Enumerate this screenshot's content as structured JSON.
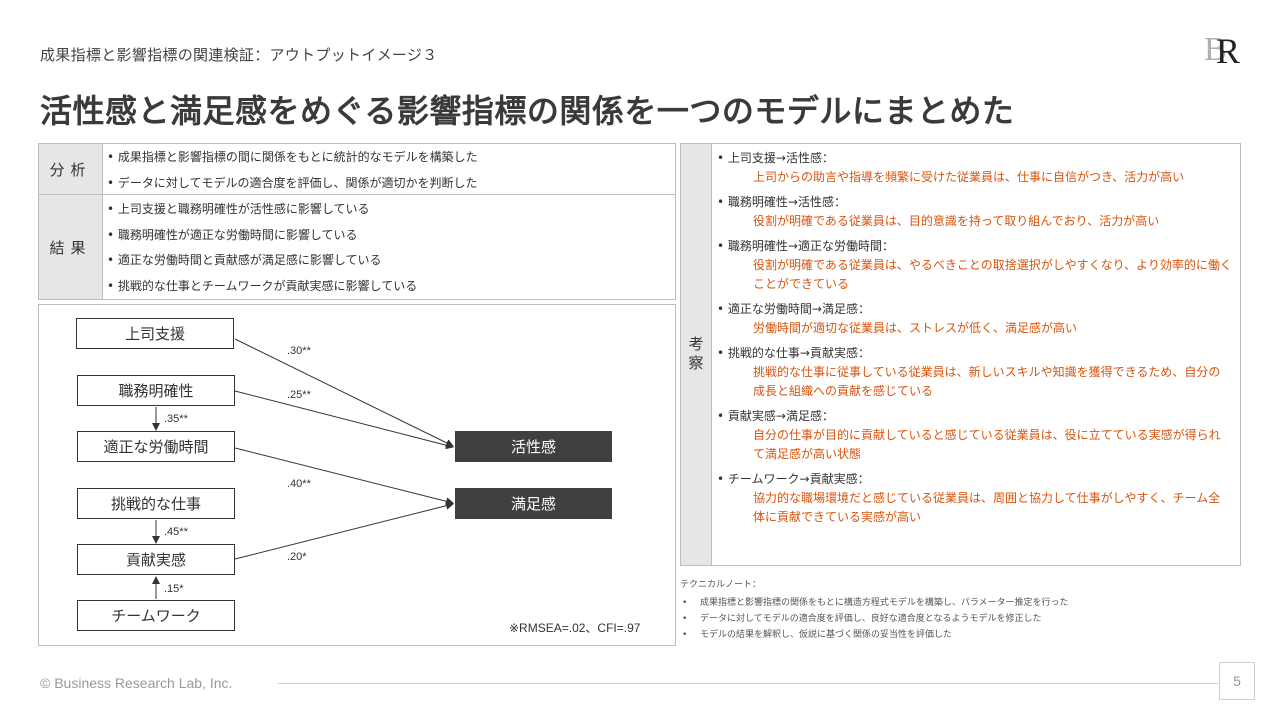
{
  "header": {
    "subtitle": "成果指標と影響指標の関連検証：アウトプットイメージ３",
    "title": "活性感と満足感をめぐる影響指標の関係を一つのモデルにまとめた"
  },
  "analysis": {
    "label": "分析",
    "items": [
      "成果指標と影響指標の間に関係をもとに統計的なモデルを構築した",
      "データに対してモデルの適合度を評価し、関係が適切かを判断した"
    ]
  },
  "results": {
    "label": "結果",
    "items": [
      "上司支援と職務明確性が活性感に影響している",
      "職務明確性が適正な労働時間に影響している",
      "適正な労働時間と貢献感が満足感に影響している",
      "挑戦的な仕事とチームワークが貢献実感に影響している"
    ]
  },
  "diagram": {
    "nodes": {
      "supervisor": "上司支援",
      "clarity": "職務明確性",
      "hours": "適正な労働時間",
      "challenge": "挑戦的な仕事",
      "contribution": "貢献実感",
      "teamwork": "チームワーク"
    },
    "outcomes": {
      "vitality": "活性感",
      "satisfaction": "満足感"
    },
    "coefficients": {
      "supervisor_vitality": ".30**",
      "clarity_vitality": ".25**",
      "clarity_hours": ".35**",
      "hours_satisfaction": ".40**",
      "challenge_contribution": ".45**",
      "contribution_satisfaction": ".20*",
      "teamwork_contribution": ".15*"
    },
    "fit": "※RMSEA=.02、CFI=.97"
  },
  "considerations": {
    "label": "考察",
    "items": [
      {
        "title": "上司支援→活性感：",
        "desc": "上司からの助言や指導を頻繁に受けた従業員は、仕事に自信がつき、活力が高い"
      },
      {
        "title": "職務明確性→活性感：",
        "desc": "役割が明確である従業員は、目的意識を持って取り組んでおり、活力が高い"
      },
      {
        "title": "職務明確性→適正な労働時間：",
        "desc": "役割が明確である従業員は、やるべきことの取捨選択がしやすくなり、より効率的に働くことができている"
      },
      {
        "title": "適正な労働時間→満足感：",
        "desc": "労働時間が適切な従業員は、ストレスが低く、満足感が高い"
      },
      {
        "title": "挑戦的な仕事→貢献実感：",
        "desc": "挑戦的な仕事に従事している従業員は、新しいスキルや知識を獲得できるため、自分の成長と組織への貢献を感じている"
      },
      {
        "title": "貢献実感→満足感：",
        "desc": "自分の仕事が目的に貢献していると感じている従業員は、役に立てている実感が得られて満足感が高い状態"
      },
      {
        "title": "チームワーク→貢献実感：",
        "desc": "協力的な職場環境だと感じている従業員は、周囲と協力して仕事がしやすく、チーム全体に貢献できている実感が高い"
      }
    ]
  },
  "technical_note": {
    "title": "テクニカルノート：",
    "items": [
      "成果指標と影響指標の関係をもとに構造方程式モデルを構築し、パラメーター推定を行った",
      "データに対してモデルの適合度を評価し、良好な適合度となるようモデルを修正した",
      "モデルの結果を解釈し、仮説に基づく関係の妥当性を評価した"
    ]
  },
  "footer": {
    "copyright": "© Business Research Lab, Inc.",
    "page": "5"
  },
  "colors": {
    "accent": "#d9540d",
    "header_fill": "#e6e6e6",
    "outcome_fill": "#404040"
  }
}
